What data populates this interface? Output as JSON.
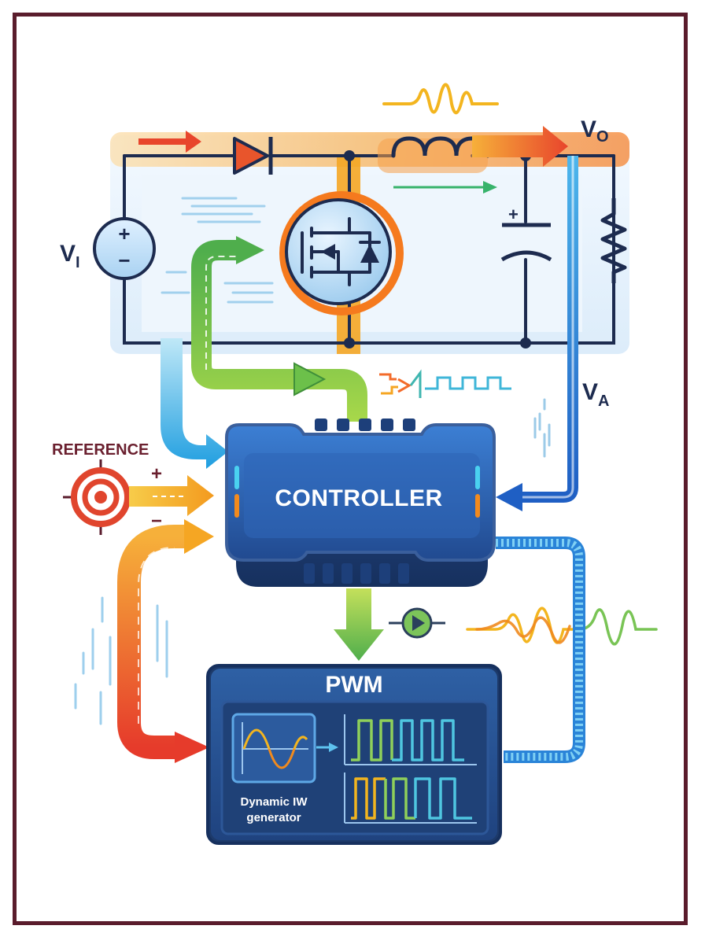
{
  "labels": {
    "vi_main": "V",
    "vi_sub": "I",
    "vo_main": "V",
    "vo_sub": "O",
    "va_main": "V",
    "va_sub": "A",
    "reference": "REFERENCE",
    "plus": "+",
    "minus": "−",
    "controller": "CONTROLLER",
    "pwm": "PWM",
    "generator_line1": "Dynamic IW",
    "generator_line2": "generator"
  },
  "colors": {
    "frame": "#5a1c2c",
    "wire": "#1d2b4f",
    "controller_blue": "#2f66b8",
    "pwm_panel": "#2a4d86",
    "orange": "#f28a1e",
    "red": "#e2452d",
    "green": "#6cc04a",
    "cyan": "#2fb6e6",
    "yellow": "#f5b81c"
  }
}
